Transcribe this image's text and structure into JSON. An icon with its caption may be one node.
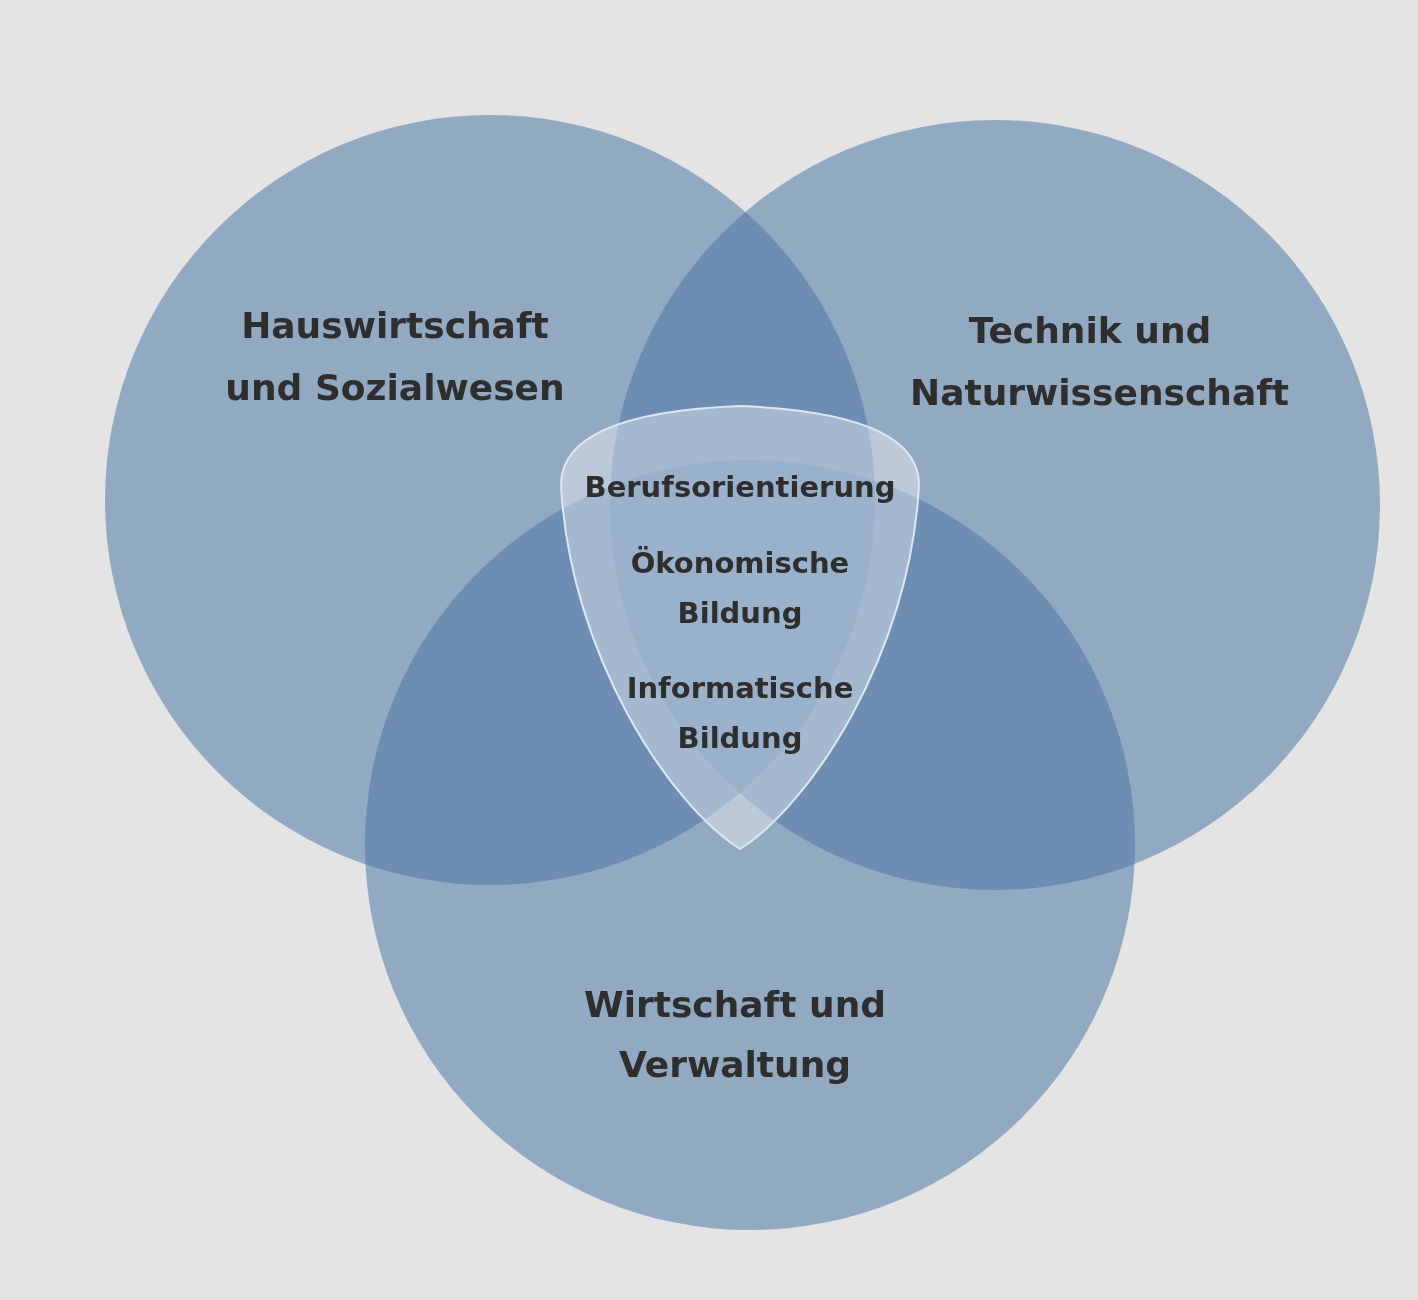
{
  "diagram": {
    "nodes": [
      {
        "text": [
          "Hauswirtschaft und Sozialwesen"
        ]
      },
      {
        "text": [
          "Technik und Naturwissenschaft"
        ]
      },
      {
        "text": [
          "Wirtschaft und Verwaltung"
        ]
      },
      {
        "text": [
          "Berufsorientierung",
          "Ökonomische Bildung",
          "Informatische Bildung"
        ]
      }
    ]
  }
}
